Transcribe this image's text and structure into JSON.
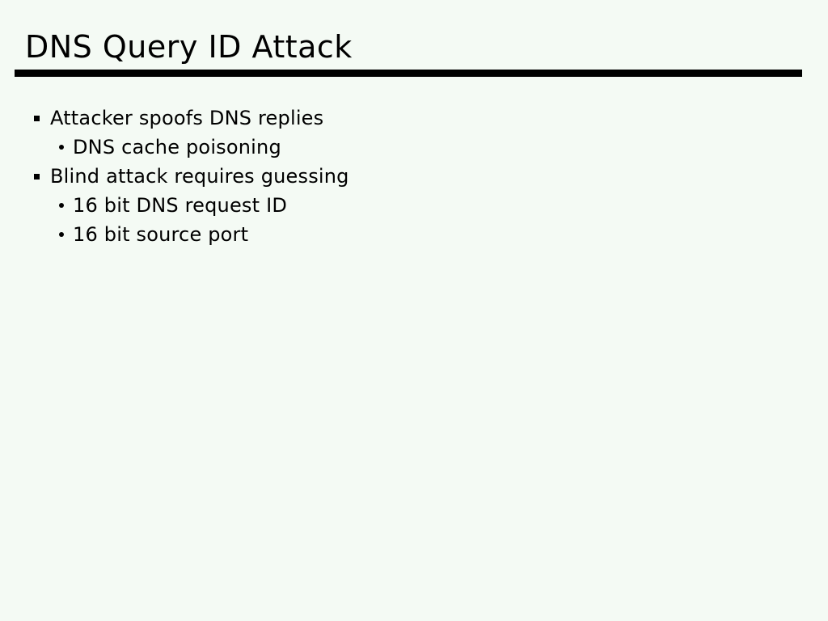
{
  "slide": {
    "title": "DNS Query ID Attack",
    "bullets": [
      {
        "level": 1,
        "text": "Attacker spoofs DNS replies"
      },
      {
        "level": 2,
        "text": "DNS cache poisoning"
      },
      {
        "level": 1,
        "text": "Blind attack requires guessing"
      },
      {
        "level": 2,
        "text": "16 bit DNS request ID"
      },
      {
        "level": 2,
        "text": "16 bit source port"
      }
    ],
    "colors": {
      "background": "#f4faf4",
      "text": "#000000",
      "title_rule": "#000000"
    }
  }
}
